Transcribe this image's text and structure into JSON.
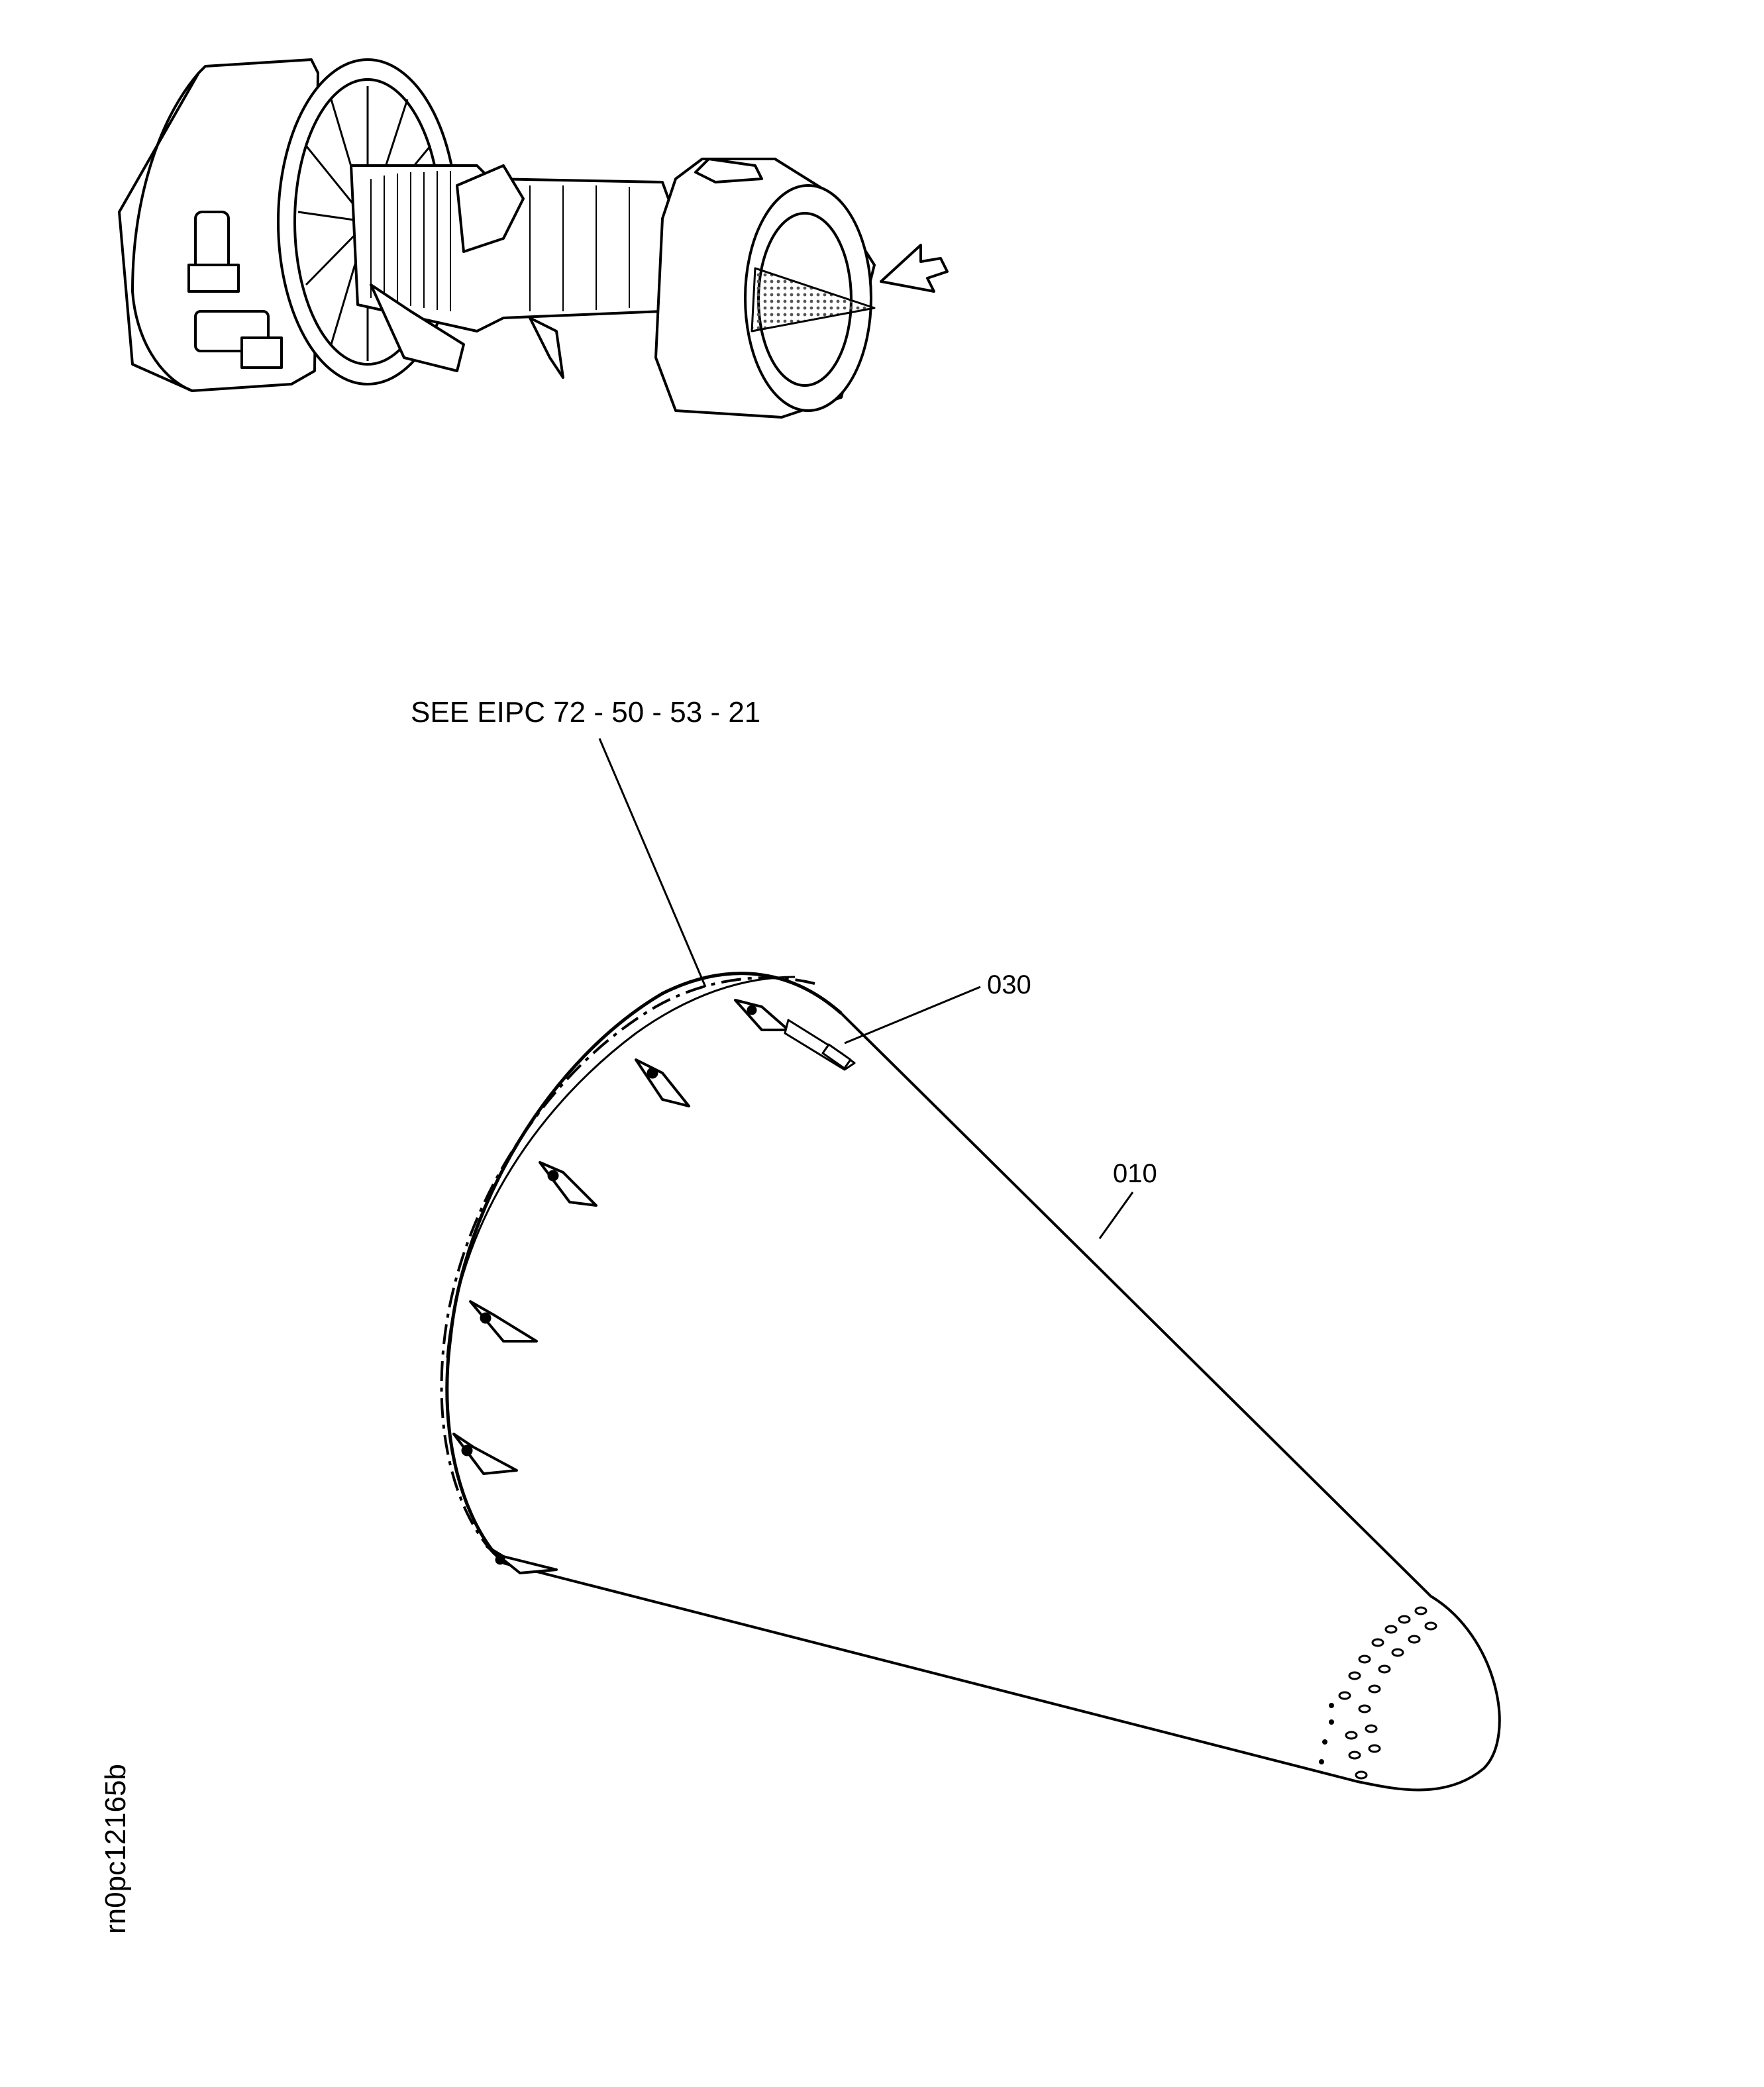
{
  "callouts": {
    "reference": "SEE EIPC 72 - 50 - 53 - 21",
    "item_030": "030",
    "item_010": "010"
  },
  "figure_id": "rn0pc12165b",
  "colors": {
    "ink": "#000000",
    "paper": "#ffffff",
    "stipple": "#555555"
  }
}
